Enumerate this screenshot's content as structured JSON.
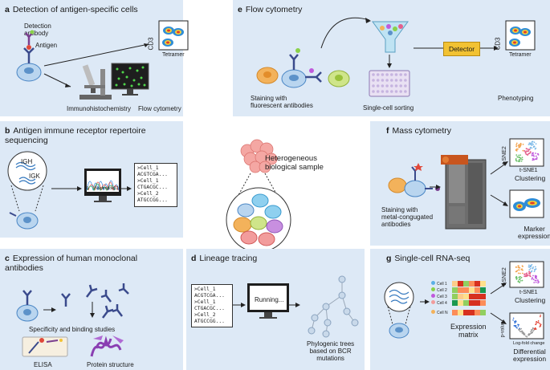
{
  "panels": {
    "a": {
      "letter": "a",
      "title": "Detection of antigen-specific cells",
      "detection_antibody": "Detection\nantibody",
      "antigen": "Antigen",
      "ihc": "Immunohistochemistry",
      "flow": "Flow cytometry",
      "y_axis": "CD3",
      "x_axis": "Tetramer"
    },
    "b": {
      "letter": "b",
      "title": "Antigen immune receptor repertoire\nsequencing",
      "igh": "IGH",
      "igk": "IGK",
      "nucleotide": "Nucleotide",
      "tick_start": "1",
      "tick_end": "12",
      "seq_lines": [
        ">Cell_1",
        "ACGTCGA...",
        ">Cell_1",
        "CTGACGC...",
        ">Cell_2",
        "ATGCCGG..."
      ]
    },
    "c": {
      "letter": "c",
      "title": "Expression of human monoclonal\nantibodies",
      "specificity": "Specificity and binding studies",
      "elisa": "ELISA",
      "protein": "Protein structure"
    },
    "d": {
      "letter": "d",
      "title": "Lineage tracing",
      "running": "Running...",
      "phylo": "Phylogenic trees\nbased on BCR\nmutations",
      "seq_lines": [
        ">Cell_1",
        "ACGTCGA...",
        ">Cell_1",
        "CTGACGC...",
        ">Cell_2",
        "ATGCCGG..."
      ]
    },
    "e": {
      "letter": "e",
      "title": "Flow cytometry",
      "staining": "Staining with\nfluorescent antibodies",
      "detector": "Detector",
      "sorting": "Single-cell sorting",
      "phenotyping": "Phenotyping",
      "y_axis": "CD3",
      "x_axis": "Tetramer"
    },
    "f": {
      "letter": "f",
      "title": "Mass cytometry",
      "staining": "Staining with\nmetal-congugated\nantibodies",
      "tsne2": "t-SNE2",
      "tsne1": "t-SNE1",
      "clustering": "Clustering",
      "marker": "Marker\nexpression"
    },
    "g": {
      "letter": "g",
      "title": "Single-cell RNA-seq",
      "matrix": "Expression\nmatrix",
      "tsne2": "t-SNE2",
      "tsne1": "t-SNE1",
      "clustering": "Clustering",
      "pvalue": "p-value",
      "logfold": "Log-fold change",
      "differential": "Differential\nexpression",
      "cells": [
        "Cell 1",
        "Cell 2",
        "Cell 3",
        "Cell 4",
        "Cell N"
      ]
    },
    "center": {
      "label": "Heterogeneous\nbiological sample"
    }
  },
  "colors": {
    "panel_bg": "#dde9f6",
    "cell_fill": "#b9d5ef",
    "cell_stroke": "#4a86c5",
    "antibody": "#3a4a8c"
  }
}
